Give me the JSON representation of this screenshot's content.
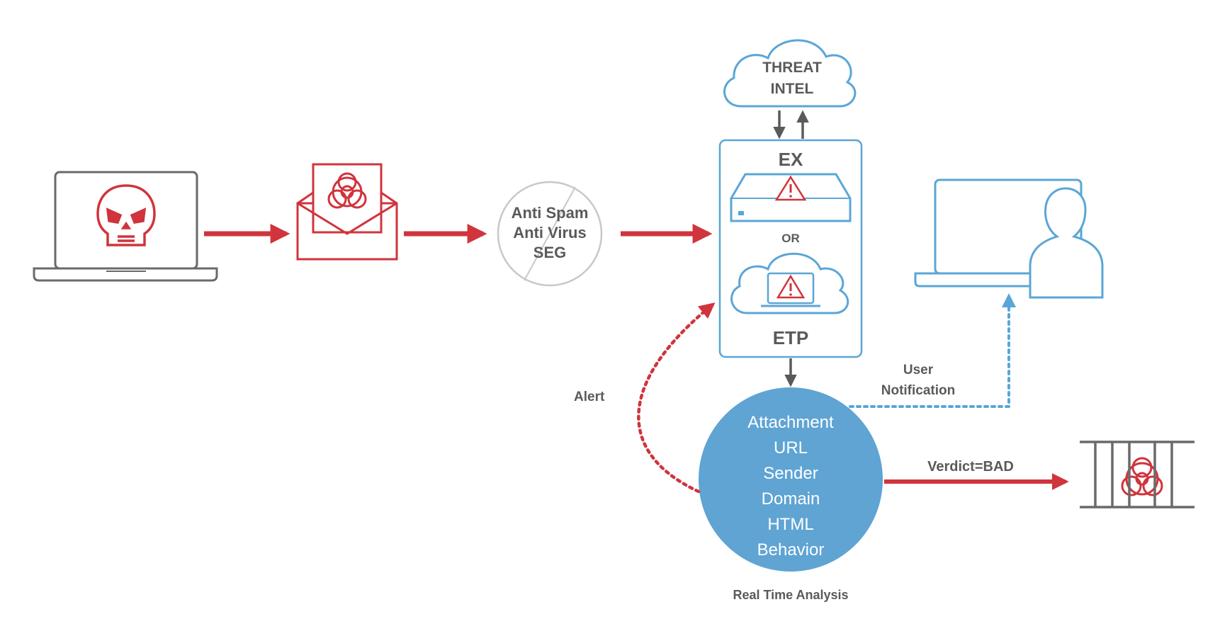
{
  "colors": {
    "red": "#d0343c",
    "gray": "#5a5a5a",
    "blue_outline": "#5aa6d6",
    "blue_fill": "#5fa4d3",
    "light_gray": "#c8c8c8",
    "white": "#ffffff"
  },
  "icons": {
    "attacker": "skull-icon",
    "email": "biohazard-icon",
    "threat_intel": "cloud-icon",
    "ex_device": "warning-icon",
    "etp_cloud": "warning-icon",
    "user": "user-icon",
    "quarantine": "biohazard-icon"
  },
  "nodes": {
    "filter_line1": "Anti Spam",
    "filter_line2": "Anti Virus",
    "filter_line3": "SEG",
    "threat_intel_line1": "THREAT",
    "threat_intel_line2": "INTEL",
    "ex_label": "EX",
    "or_label": "OR",
    "etp_label": "ETP",
    "analysis_items": [
      "Attachment",
      "URL",
      "Sender",
      "Domain",
      "HTML",
      "Behavior"
    ],
    "analysis_caption": "Real Time Analysis"
  },
  "edges": {
    "alert": "Alert",
    "user_notification_line1": "User",
    "user_notification_line2": "Notification",
    "verdict": "Verdict=BAD"
  }
}
